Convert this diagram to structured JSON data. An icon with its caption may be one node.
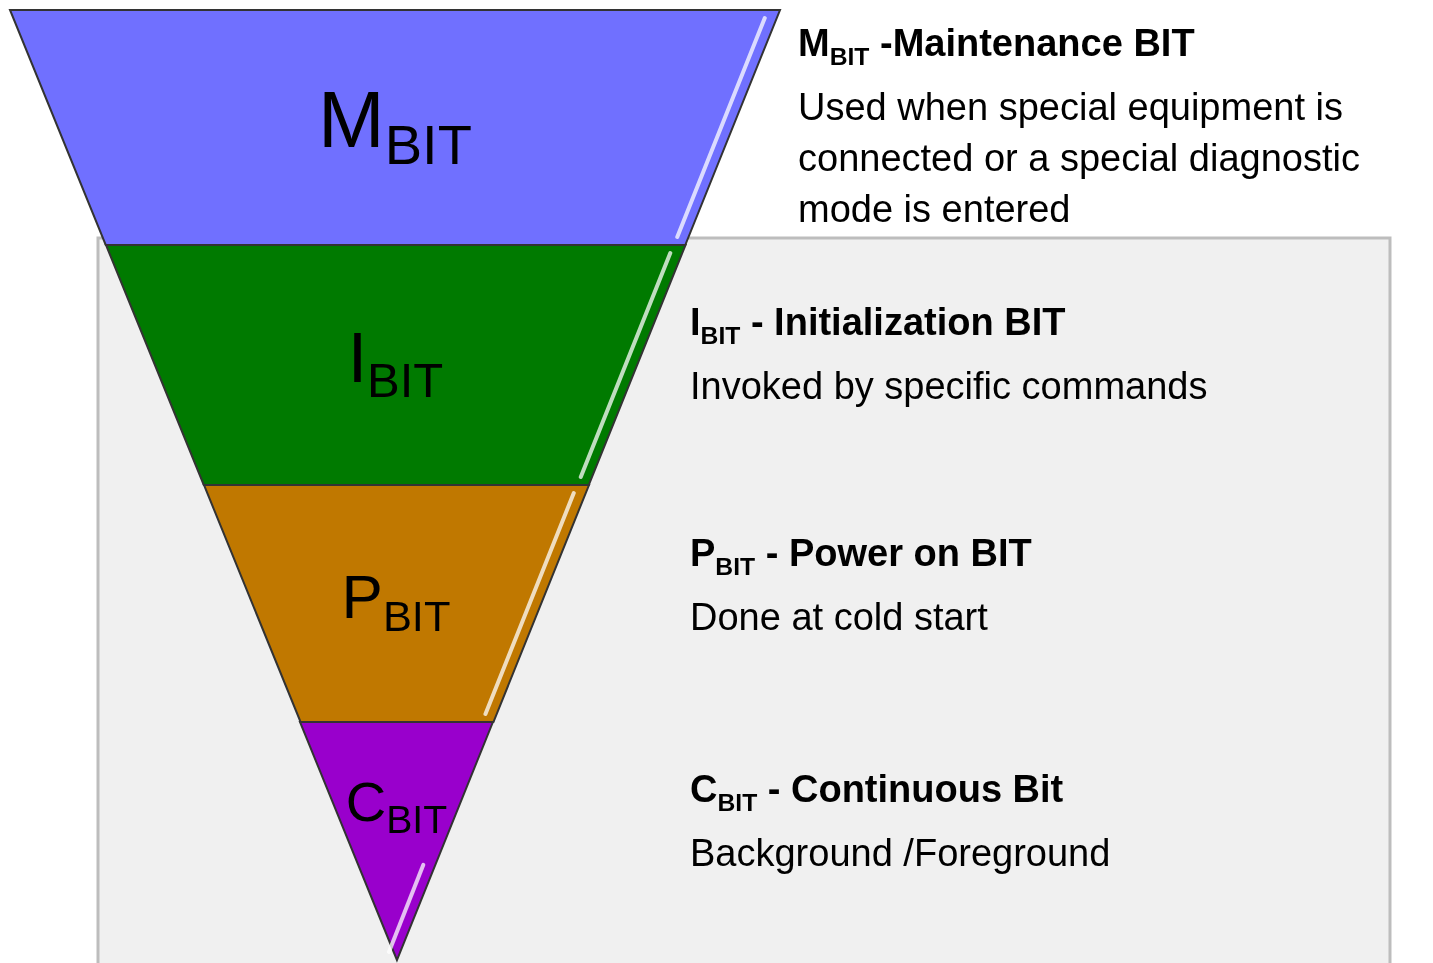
{
  "diagram": {
    "nodes": [
      {
        "text": [
          "M$_{BIT}$"
        ],
        "beside": [
          "M$_{BIT}$ -Maintenance BIT",
          "Used when special equipment is connected or a special diagnostic mode is entered"
        ]
      },
      {
        "text": [
          "I$_{BIT}$"
        ],
        "beside": [
          "I$_{BIT}$ - Initialization BIT",
          "Invoked by specific commands"
        ]
      },
      {
        "text": [
          "P$_{BIT}$"
        ],
        "beside": [
          "P$_{BIT}$ - Power on BIT",
          "Done at cold start"
        ]
      },
      {
        "text": [
          "C$_{BIT}$"
        ],
        "beside": [
          "C$_{BIT}$ - Continuous Bit",
          "Background /Foreground"
        ]
      }
    ]
  }
}
